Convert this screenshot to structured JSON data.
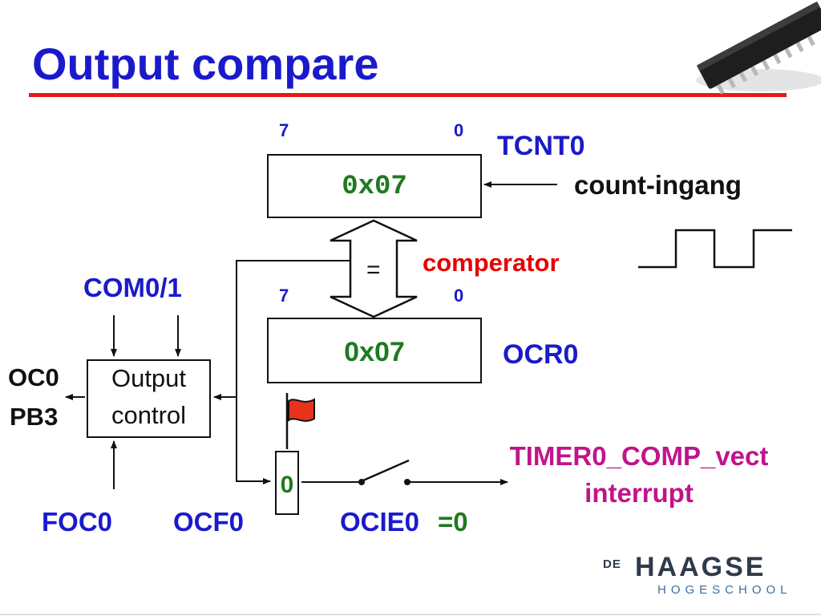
{
  "title": "Output compare",
  "tcnt0": {
    "name": "TCNT0",
    "bit_high": "7",
    "bit_low": "0",
    "value": "0x07",
    "input_label": "count-ingang"
  },
  "comparator": {
    "label": "comperator",
    "symbol": "="
  },
  "ocr0": {
    "name": "OCR0",
    "bit_high": "7",
    "bit_low": "0",
    "value": "0x07"
  },
  "output_control": {
    "line1": "Output",
    "line2": "control",
    "com_label": "COM0/1",
    "foc_label": "FOC0",
    "pin_line1": "OC0",
    "pin_line2": "PB3"
  },
  "ocf0": {
    "name": "OCF0",
    "value": "0"
  },
  "ocie0": {
    "name": "OCIE0",
    "value": "=0"
  },
  "interrupt": {
    "vector": "TIMER0_COMP_vect",
    "label": "interrupt"
  },
  "logo": {
    "prefix": "DE",
    "name": "HAAGSE",
    "sub": "HOGESCHOOL"
  },
  "colors": {
    "title": "#1a1acc",
    "rule": "#e11b1b",
    "value": "#1f7a1f",
    "interrupt": "#c0148c",
    "flag": "#e8321e"
  }
}
